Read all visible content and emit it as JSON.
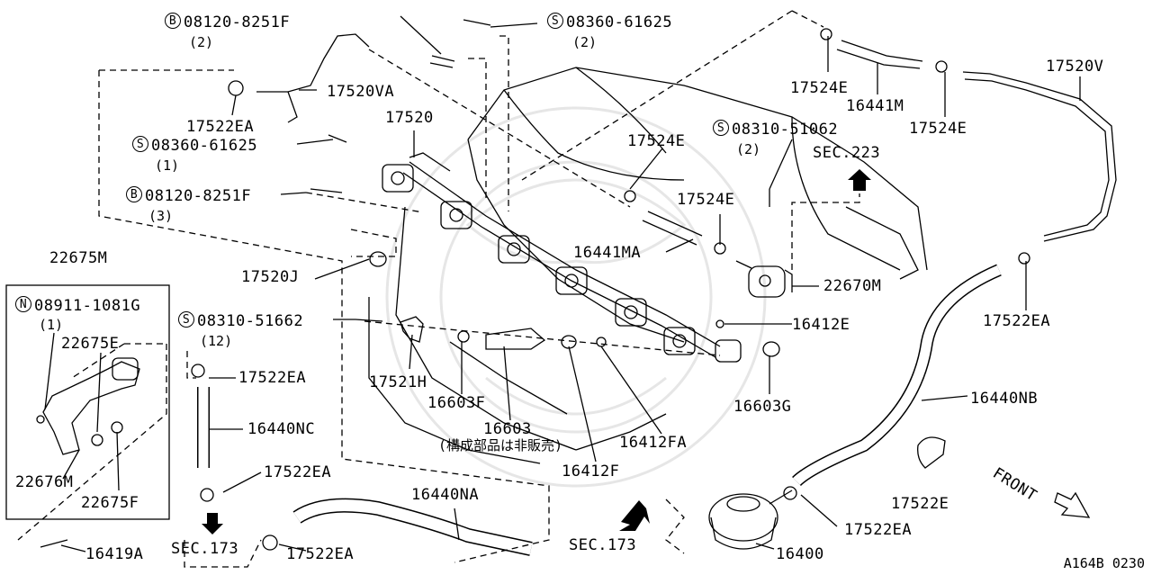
{
  "labels": {
    "b_08120_8251f_top": {
      "badge": "B",
      "part": "08120-8251F",
      "qty": "(2)"
    },
    "s_08360_61625_top": {
      "badge": "S",
      "part": "08360-61625",
      "qty": "(2)"
    },
    "p17520va": "17520VA",
    "p17522ea_a": "17522EA",
    "s_08360_61625_mid": {
      "badge": "S",
      "part": "08360-61625",
      "qty": "(1)"
    },
    "p17520": "17520",
    "b_08120_8251f_mid": {
      "badge": "B",
      "part": "08120-8251F",
      "qty": "(3)"
    },
    "p22675m": "22675M",
    "n_08911_1081g": {
      "badge": "N",
      "part": "08911-1081G",
      "qty": "(1)"
    },
    "p22675e": "22675E",
    "p22676m": "22676M",
    "p22675f": "22675F",
    "p17520j": "17520J",
    "s_08310_51662": {
      "badge": "S",
      "part": "08310-51662",
      "qty": "(12)"
    },
    "p17522ea_b": "17522EA",
    "p16440nc": "16440NC",
    "p17522ea_c": "17522EA",
    "p17521h": "17521H",
    "p16603f": "16603F",
    "p16603": "16603",
    "p16603_note": "(構成部品は非販売)",
    "p16412fa": "16412FA",
    "p16412f": "16412F",
    "p16440na": "16440NA",
    "sec173_left": "SEC.173",
    "p17522ea_d": "17522EA",
    "p16419a": "16419A",
    "sec173_mid": "SEC.173",
    "p16400": "16400",
    "p17522ea_e": "17522EA",
    "p17522e": "17522E",
    "front": "FRONT",
    "p16440nb": "16440NB",
    "p17522ea_f": "17522EA",
    "p16412e": "16412E",
    "p16603g": "16603G",
    "p22670m": "22670M",
    "p16441ma": "16441MA",
    "p17524e_a": "17524E",
    "p17524e_b": "17524E",
    "s_08310_51062": {
      "badge": "S",
      "part": "08310-51062",
      "qty": "(2)"
    },
    "sec223": "SEC.223",
    "p17524e_c": "17524E",
    "p16441m": "16441M",
    "p17524e_d": "17524E",
    "p17520v": "17520V",
    "diagram_code": "A164B 0230"
  }
}
